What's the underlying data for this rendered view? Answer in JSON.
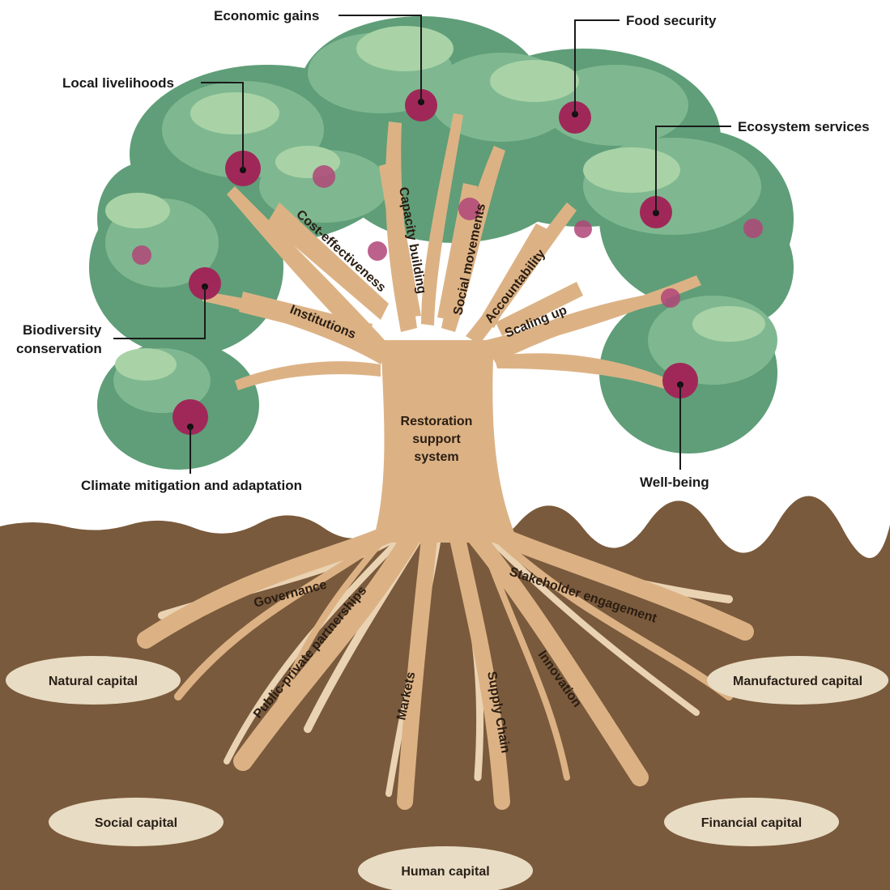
{
  "trunk_label": [
    "Restoration",
    "support",
    "system"
  ],
  "outcomes": {
    "economic_gains": "Economic gains",
    "food_security": "Food security",
    "local_livelihoods": "Local livelihoods",
    "ecosystem_services": "Ecosystem services",
    "biodiversity_conservation": [
      "Biodiversity",
      "conservation"
    ],
    "climate": "Climate mitigation and adaptation",
    "well_being": "Well-being"
  },
  "branches": {
    "cost_effectiveness": "Cost-effectiveness",
    "capacity_building": "Capacity building",
    "social_movements": "Social movements",
    "accountability": "Accountability",
    "institutions": "Institutions",
    "scaling_up": "Scaling up"
  },
  "roots": {
    "governance": "Governance",
    "public_private": "Public-private partnerships",
    "markets": "Markets",
    "supply_chain": "Supply Chain",
    "innovation": "Innovation",
    "stakeholder": "Stakeholder engagement"
  },
  "capitals": {
    "natural": "Natural capital",
    "manufactured": "Manufactured capital",
    "social": "Social capital",
    "financial": "Financial capital",
    "human": "Human capital"
  },
  "colors": {
    "soil": "#7a5a3c",
    "trunk": "#dcb285",
    "root_light": "#ead3b3",
    "leaf_dark": "#5f9e78",
    "leaf_mid": "#7fb890",
    "leaf_light": "#a9d3a6",
    "fruit": "#a02859",
    "capital_oval": "#e8dcc4"
  }
}
